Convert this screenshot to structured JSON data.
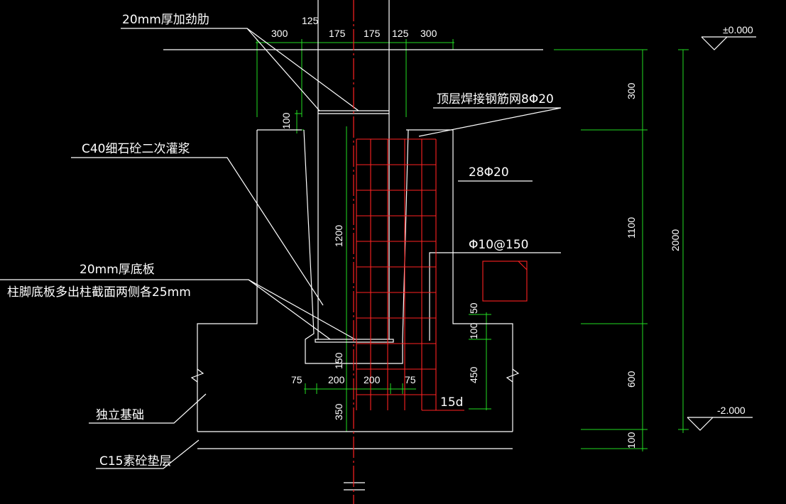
{
  "colors": {
    "background": "#000000",
    "outline": "#ffffff",
    "dimension": "#22dd22",
    "rebar": "#ff2222"
  },
  "labels": {
    "stiffener": "20mm厚加劲肋",
    "grout": "C40细石砼二次灌浆",
    "base_plate": "20mm厚底板",
    "base_plate_note": "柱脚底板多出柱截面两侧各25mm",
    "footing": "独立基础",
    "cushion": "C15素砼垫层",
    "top_mesh": "顶层焊接钢筋网8Φ20",
    "long_bars": "28Φ20",
    "stirrups": "Φ10@150",
    "anchorage": "15d",
    "level_top": "±0.000",
    "level_bottom": "-2.000"
  },
  "dims": {
    "top": [
      "300",
      "125",
      "175",
      "175",
      "125",
      "300"
    ],
    "bottom": [
      "75",
      "200",
      "200",
      "75"
    ],
    "left_v": [
      "100",
      "1200",
      "150",
      "350"
    ],
    "mid_v": [
      "50",
      "100",
      "450"
    ],
    "right_v": [
      "300",
      "1100",
      "600",
      "100"
    ],
    "right_total": "2000"
  }
}
